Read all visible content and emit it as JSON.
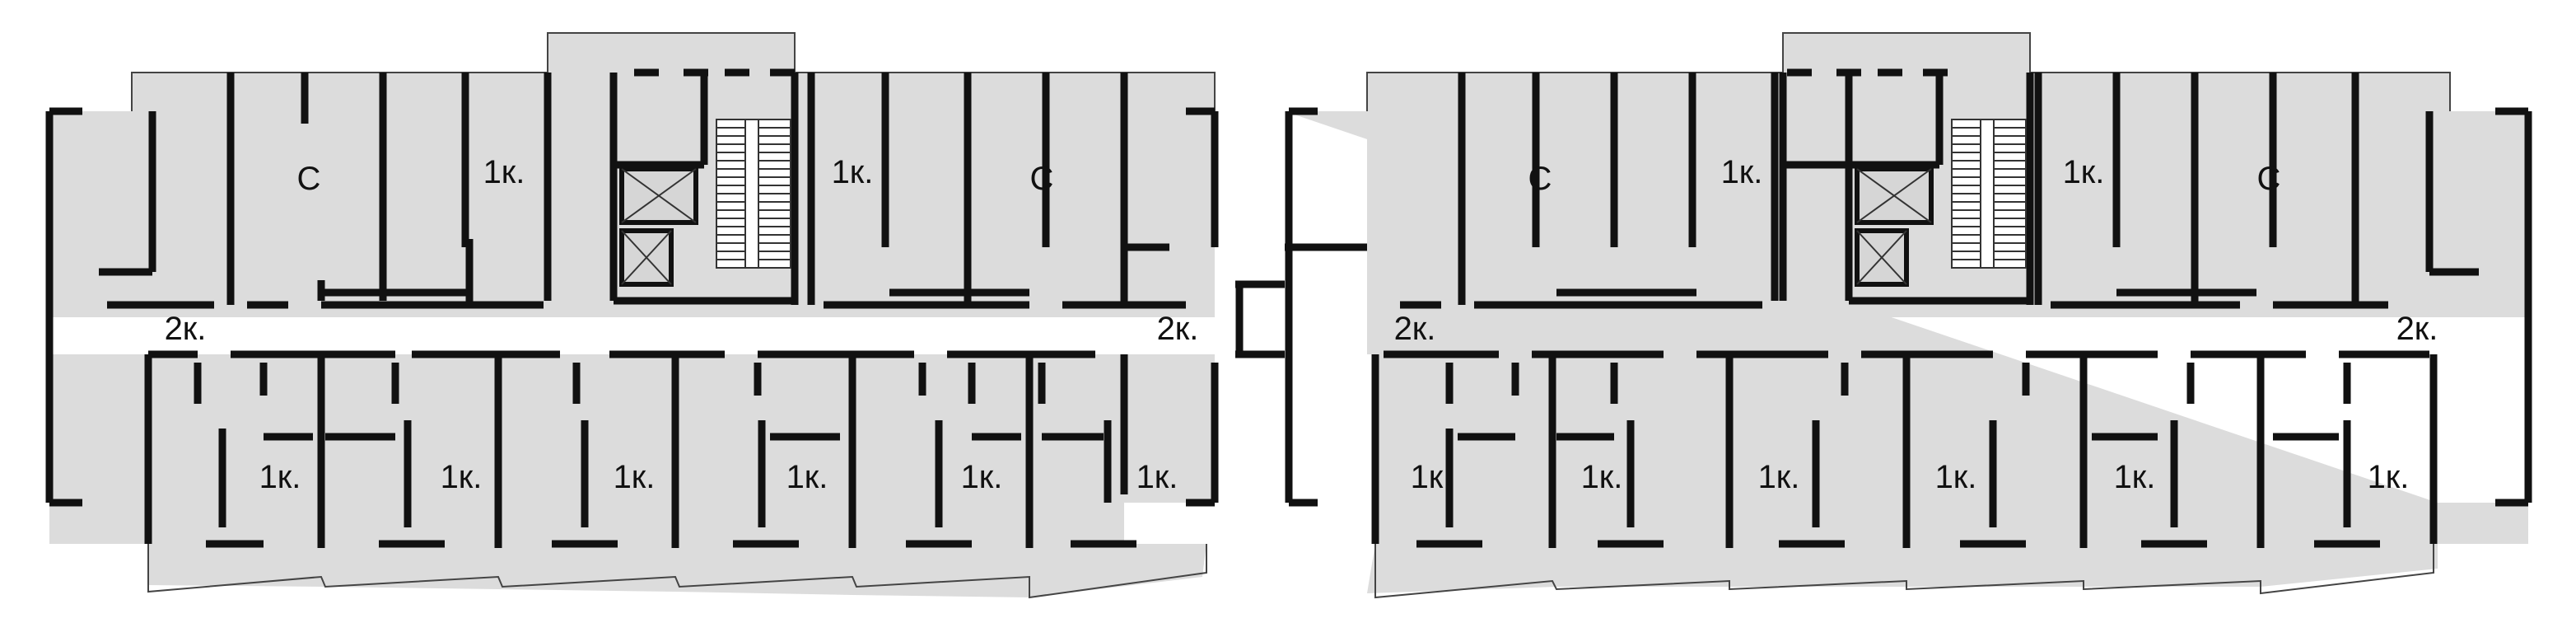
{
  "plan": {
    "labels": [
      {
        "text": "С"
      },
      {
        "text": "1к."
      },
      {
        "text": "2к."
      },
      {
        "text": "1к."
      },
      {
        "text": "С"
      },
      {
        "text": "2к."
      },
      {
        "text": "1к."
      },
      {
        "text": "1к."
      },
      {
        "text": "1к."
      },
      {
        "text": "1к."
      },
      {
        "text": "1к."
      },
      {
        "text": "1к."
      },
      {
        "text": "С"
      },
      {
        "text": "1к."
      },
      {
        "text": "2к."
      },
      {
        "text": "1к."
      },
      {
        "text": "С"
      },
      {
        "text": "2к."
      },
      {
        "text": "1к."
      },
      {
        "text": "1к."
      },
      {
        "text": "1к."
      },
      {
        "text": "1к."
      },
      {
        "text": "1к."
      },
      {
        "text": "1к."
      }
    ]
  }
}
